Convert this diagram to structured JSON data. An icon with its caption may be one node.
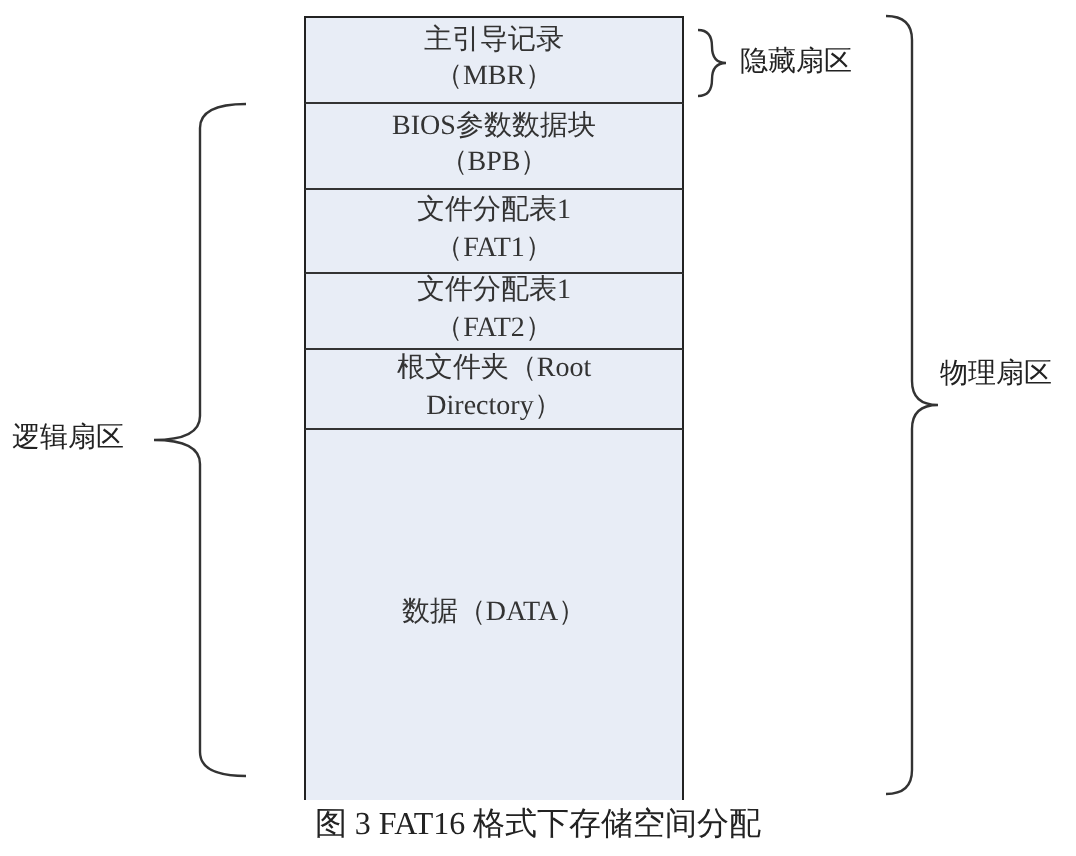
{
  "diagram": {
    "caption": "图 3 FAT16 格式下存储空间分配",
    "nodes": [
      {
        "text": [
          "主引导记录（MBR）"
        ]
      },
      {
        "text": [
          "BIOS参数数据块（BPB）"
        ]
      },
      {
        "text": [
          "文件分配表1（FAT1）"
        ]
      },
      {
        "text": [
          "文件分配表1（FAT2）"
        ]
      },
      {
        "text": [
          "根文件夹（Root Directory）"
        ]
      },
      {
        "text": [
          "数据（DATA）"
        ]
      }
    ],
    "labels": [
      "隐藏扇区",
      "物理扇区",
      "逻辑扇区"
    ]
  }
}
